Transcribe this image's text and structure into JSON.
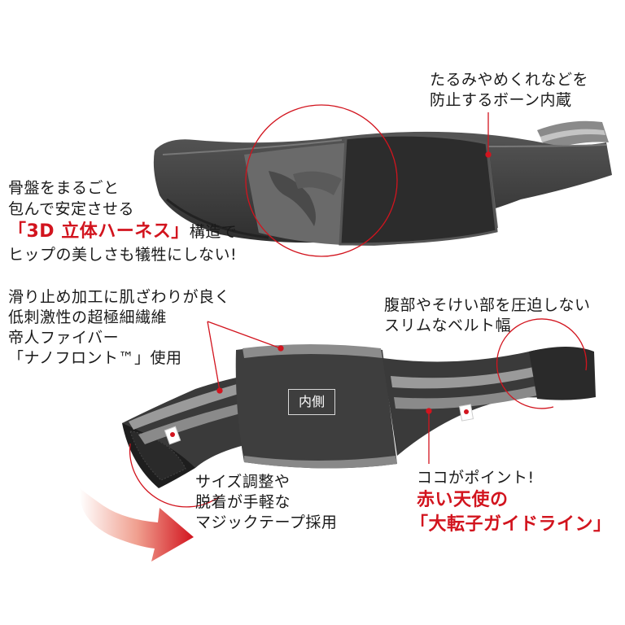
{
  "top_right_callout": {
    "line1": "たるみやめくれなどを",
    "line2": "防止するボーン内蔵"
  },
  "left_callout": {
    "line1": "骨盤をまるごと",
    "line2": "包んで安定させる",
    "line3_highlight": "「3D 立体ハーネス」",
    "line3_rest": "構造で",
    "line4": "ヒップの美しさも犠牲にしない!"
  },
  "material_callout": {
    "line1": "滑り止め加工に肌ざわりが良く",
    "line2": "低刺激性の超極細繊維",
    "line3": "帝人ファイバー",
    "line4": "「ナノフロント™」使用"
  },
  "abdomen_callout": {
    "line1": "腹部やそけい部を圧迫しない",
    "line2": "スリムなベルト幅"
  },
  "inner_label": "内側",
  "velcro_callout": {
    "line1": "サイズ調整や",
    "line2": "脱着が手軽な",
    "line3": "マジックテープ採用"
  },
  "point_callout": {
    "line1": "ココがポイント!",
    "line2": "赤い天使の",
    "line3": "「大転子ガイドライン」"
  },
  "colors": {
    "accent_red": "#d2141e",
    "belt_dark": "#3a3a3a",
    "belt_gray": "#6e6e6e",
    "stripe_light": "#a8a8a8"
  }
}
